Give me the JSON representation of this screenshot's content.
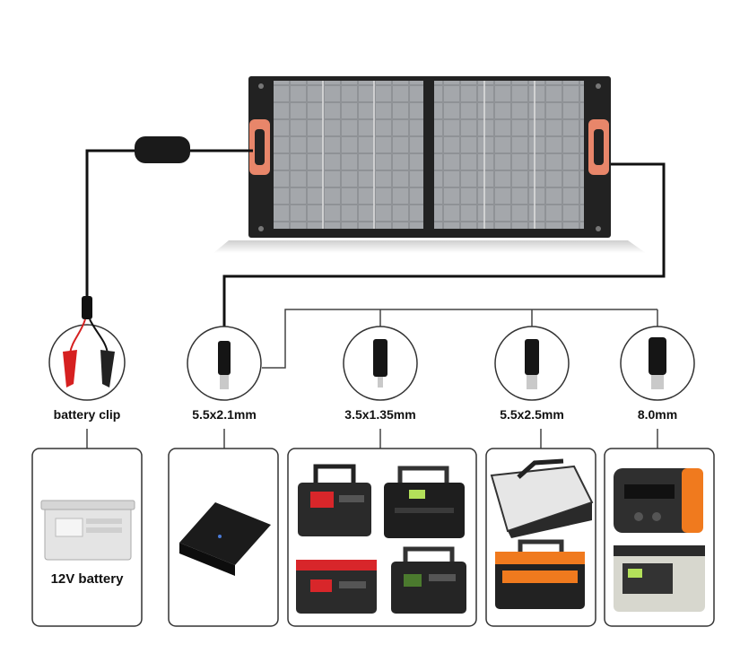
{
  "connectors": [
    {
      "id": "battery-clip",
      "label": "battery clip"
    },
    {
      "id": "dc-5521",
      "label": "5.5x2.1mm"
    },
    {
      "id": "dc-35135",
      "label": "3.5x1.35mm"
    },
    {
      "id": "dc-5525",
      "label": "5.5x2.5mm"
    },
    {
      "id": "dc-80",
      "label": "8.0mm"
    }
  ],
  "devices": {
    "battery_label": "12V battery"
  },
  "colors": {
    "panel_frame": "#222222",
    "panel_cell": "#8f9296",
    "handle": "#e8866a",
    "cable": "#111111",
    "clip_red": "#d62020",
    "station_orange": "#f07a1e"
  }
}
